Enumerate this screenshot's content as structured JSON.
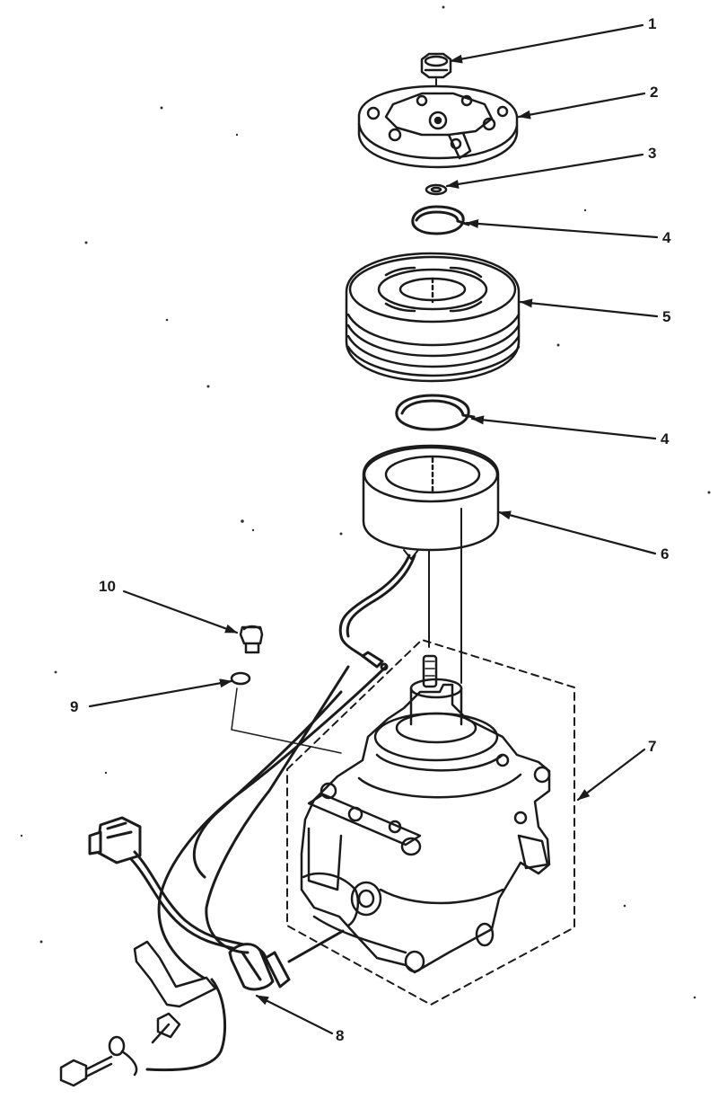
{
  "diagram": {
    "callouts": [
      {
        "id": "1",
        "label": "1"
      },
      {
        "id": "2",
        "label": "2"
      },
      {
        "id": "3",
        "label": "3"
      },
      {
        "id": "4a",
        "label": "4"
      },
      {
        "id": "5",
        "label": "5"
      },
      {
        "id": "4b",
        "label": "4"
      },
      {
        "id": "6",
        "label": "6"
      },
      {
        "id": "7",
        "label": "7"
      },
      {
        "id": "8",
        "label": "8"
      },
      {
        "id": "9",
        "label": "9"
      },
      {
        "id": "10",
        "label": "10"
      }
    ],
    "colors": {
      "ink": "#1b1b1b",
      "background": "#ffffff"
    }
  }
}
